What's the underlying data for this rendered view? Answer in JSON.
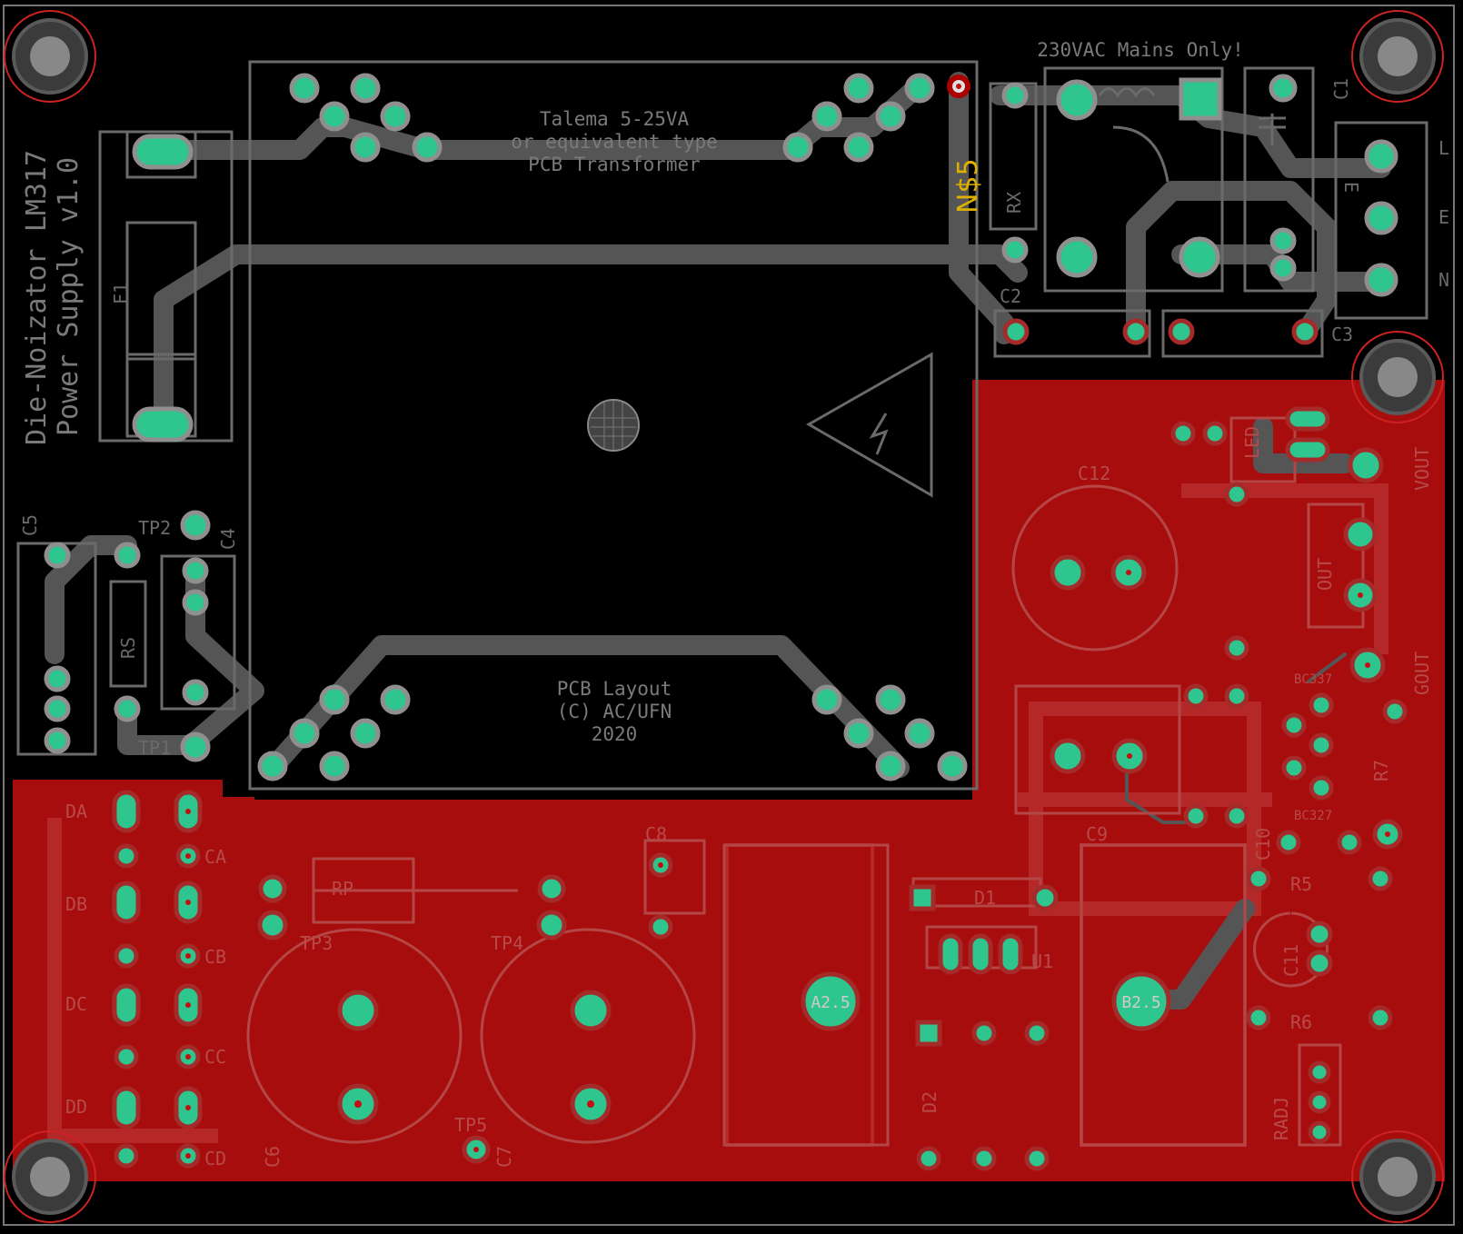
{
  "board": {
    "title_line1": "Die-Noizator LM317",
    "title_line2": "Power Supply v1.0",
    "transformer_line1": "Talema 5-25VA",
    "transformer_line2": "or equivalent type",
    "transformer_line3": "PCB Transformer",
    "mains_note": "230VAC Mains Only!",
    "layout_line1": "PCB Layout",
    "layout_line2": "(C) AC/UFN",
    "layout_line3": "2020",
    "net_label": "N$5"
  },
  "labels": {
    "f1": "F1",
    "c1": "C1",
    "c2": "C2",
    "c3": "C3",
    "c4": "C4",
    "c5": "C5",
    "c6": "C6",
    "c7": "C7",
    "c8": "C8",
    "c9": "C9",
    "c10": "C10",
    "c11": "C11",
    "c12": "C12",
    "tp1": "TP1",
    "tp2": "TP2",
    "tp3": "TP3",
    "tp4": "TP4",
    "tp5": "TP5",
    "rs": "RS",
    "rx": "RX",
    "rp": "RP",
    "r5": "R5",
    "r6": "R6",
    "r7": "R7",
    "d1": "D1",
    "d2": "D2",
    "u1": "U1",
    "a25": "A2.5",
    "b25": "B2.5",
    "led": "LED",
    "radj": "RADJ",
    "vout": "VOUT",
    "gout": "GOUT",
    "out": "OUT",
    "bc327": "BC327",
    "bc337": "BC337",
    "l_pin": "L",
    "e_pin": "E",
    "n_pin": "N",
    "da": "DA",
    "db": "DB",
    "dc": "DC",
    "dd": "DD",
    "ca": "CA",
    "cb": "CB",
    "cc": "CC",
    "cd": "CD"
  },
  "colors": {
    "background": "#000000",
    "copper_bottom": "#a80d0d",
    "copper_top": "#555555",
    "pad": "#2fc58e",
    "silkscreen": "#6a6a6a",
    "net_label": "#e0b000"
  }
}
